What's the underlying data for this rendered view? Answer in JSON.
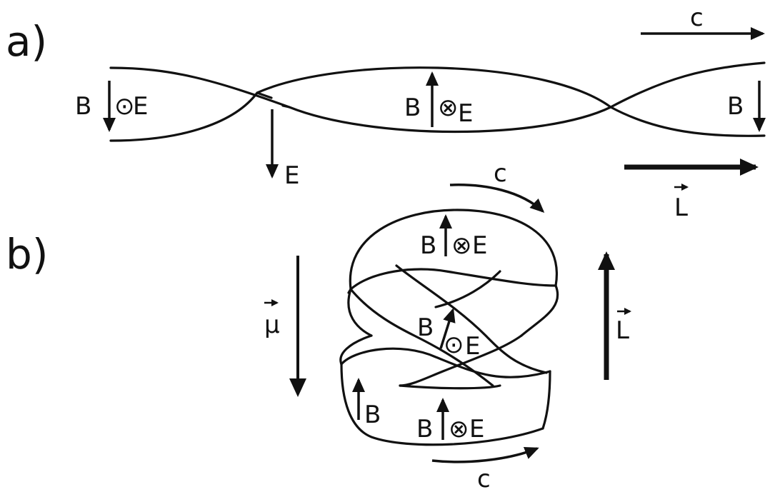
{
  "panel_a": {
    "label": "a)",
    "speed_label": "c",
    "left_B": "B",
    "left_E": "E",
    "dot_symbol": "⊙",
    "middle_B": "B",
    "middle_E": "E",
    "cross_symbol": "⊗",
    "right_B": "B",
    "crossing_E": "E",
    "angular_momentum_label": "L"
  },
  "panel_b": {
    "label": "b)",
    "top_speed_label": "c",
    "bottom_speed_label": "c",
    "top_B": "B",
    "top_E": "E",
    "middle_B": "B",
    "middle_E": "E",
    "bottom_B": "B",
    "bottom_E": "E",
    "side_B": "B",
    "cross_symbol": "⊗",
    "dot_symbol": "⊙",
    "magnetic_moment_label": "μ",
    "angular_momentum_label": "L"
  }
}
